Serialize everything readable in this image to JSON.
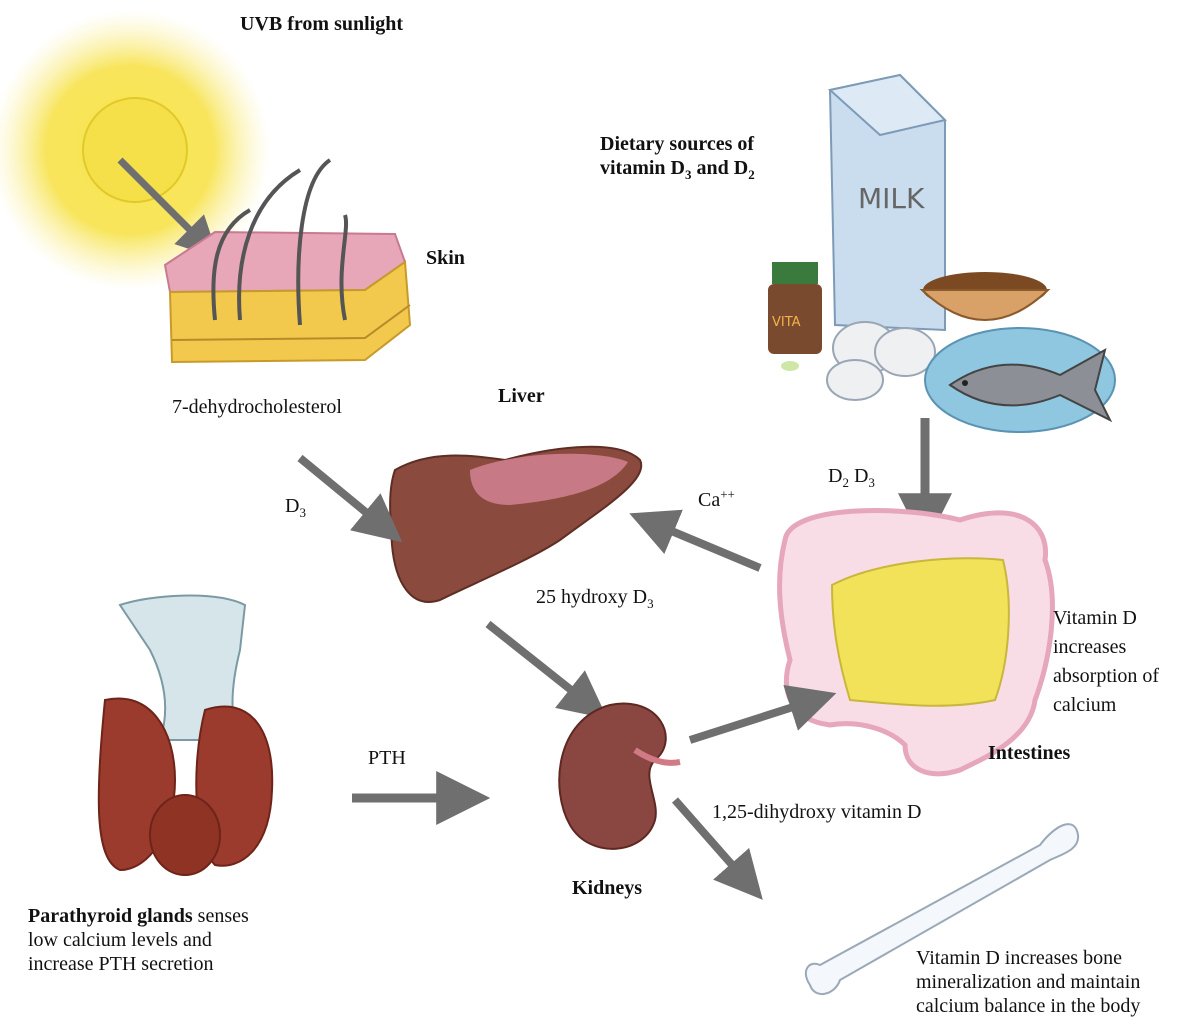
{
  "labels": {
    "uvb": "UVB from sunlight",
    "skin": "Skin",
    "dietary_line1": "Dietary sources of",
    "dietary_line2_prefix": "vitamin D",
    "dietary_sub1": "3",
    "dietary_and": " and D",
    "dietary_sub2": "2",
    "dehydro": "7-dehydrocholesterol",
    "liver": "Liver",
    "d3_main": "D",
    "d3_sub": "3",
    "ca_main": "Ca",
    "ca_sup": "++",
    "d2d3_d2_main": "D",
    "d2d3_d2_sub": "2",
    "d2d3_d3_main": " D",
    "d2d3_d3_sub": "3",
    "hydroxy_main": "25 hydroxy D",
    "hydroxy_sub": "3",
    "absorption": [
      "Vitamin D",
      "increases",
      "absorption of",
      "calcium"
    ],
    "intestines": "Intestines",
    "pth": "PTH",
    "dihydroxy": "1,25-dihydroxy vitamin D",
    "kidneys": "Kidneys",
    "parathyroid_bold": "Parathyroid glands",
    "parathyroid_rest1": " senses",
    "parathyroid_line2": "low calcium levels and",
    "parathyroid_line3": "increase PTH secretion",
    "bone": [
      "Vitamin D increases bone",
      "mineralization and maintain",
      "calcium balance in the body"
    ],
    "milk_carton_text": "MILK",
    "pill_bottle_text": "VITA"
  },
  "colors": {
    "arrow": "#6f6f6f",
    "sun": "#f7e24a",
    "liver": "#8a4a3e",
    "kidney": "#8a4742",
    "thyroid": "#9b3b2e",
    "intestine": "#f1c7d6",
    "intestine_inner": "#f4e35a",
    "milk": "#b9d7ee",
    "fish_plate": "#8fc6e0",
    "skin_yellow": "#f2c94c",
    "skin_pink": "#e5a1b2"
  }
}
